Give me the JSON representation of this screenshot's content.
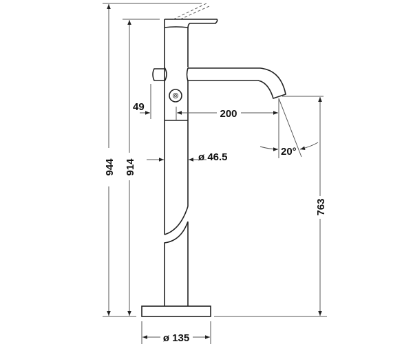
{
  "drawing": {
    "dimensions": {
      "total_height": "944",
      "lever_height": "914",
      "knob_projection": "49",
      "spout_reach": "200",
      "spout_angle": "20°",
      "body_diameter": "ø 46.5",
      "spout_height": "763",
      "base_diameter": "ø 135"
    }
  }
}
